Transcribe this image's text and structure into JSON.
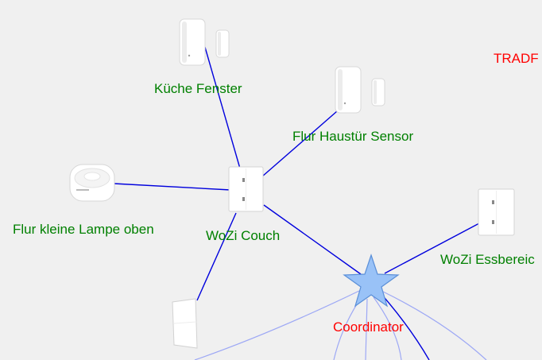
{
  "colors": {
    "background": "#f0f0f0",
    "router_label": "#008000",
    "coordinator_label": "#ff0000",
    "unknown_label": "#ff0000",
    "strong_link": "#0000dd",
    "weak_link": "#9da8f5",
    "coordinator_fill": "#99c2f7",
    "coordinator_stroke": "#5a8fd8"
  },
  "nodes": {
    "kueche_fenster": {
      "label": "Küche Fenster",
      "icon": "door-window-sensor-icon"
    },
    "flur_haustuer": {
      "label": "Flur Haustür Sensor",
      "icon": "door-window-sensor-icon"
    },
    "flur_lampe": {
      "label": "Flur kleine Lampe oben",
      "icon": "round-button-icon"
    },
    "wozi_couch": {
      "label": "WoZi Couch",
      "icon": "wall-switch-icon"
    },
    "wozi_essbereich": {
      "label": "WoZi Essbereic",
      "icon": "wall-switch-icon"
    },
    "coordinator": {
      "label": "Coordinator",
      "icon": "star-coordinator-icon"
    },
    "tradfri": {
      "label": "TRADF",
      "icon": ""
    },
    "wall_switch_bottom": {
      "label": "",
      "icon": "rocker-switch-icon"
    }
  }
}
